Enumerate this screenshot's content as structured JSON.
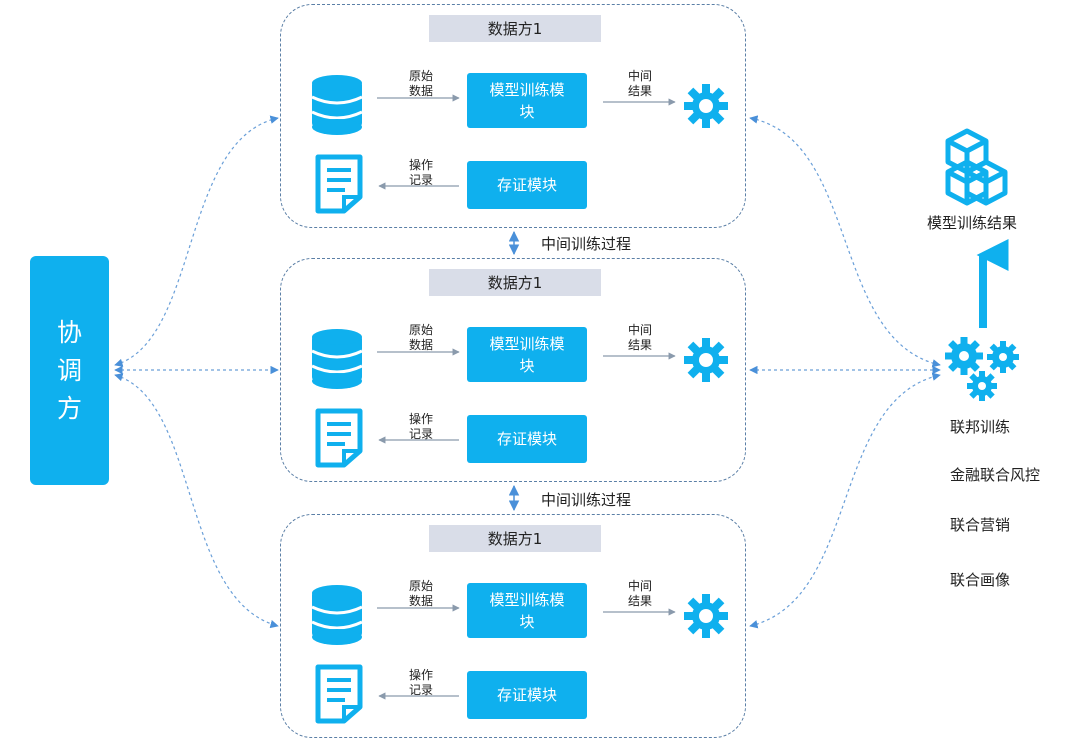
{
  "coordinator": {
    "chars": [
      "协",
      "调",
      "方"
    ]
  },
  "parties": [
    {
      "header": "数据方1",
      "raw_data_label": [
        "原始",
        "数据"
      ],
      "train_module": [
        "模型训练模",
        "块"
      ],
      "intermediate_label": [
        "中间",
        "结果"
      ],
      "store_module": "存证模块",
      "op_record_label": [
        "操作",
        "记录"
      ]
    },
    {
      "header": "数据方1",
      "raw_data_label": [
        "原始",
        "数据"
      ],
      "train_module": [
        "模型训练模",
        "块"
      ],
      "intermediate_label": [
        "中间",
        "结果"
      ],
      "store_module": "存证模块",
      "op_record_label": [
        "操作",
        "记录"
      ]
    },
    {
      "header": "数据方1",
      "raw_data_label": [
        "原始",
        "数据"
      ],
      "train_module": [
        "模型训练模",
        "块"
      ],
      "intermediate_label": [
        "中间",
        "结果"
      ],
      "store_module": "存证模块",
      "op_record_label": [
        "操作",
        "记录"
      ]
    }
  ],
  "between_labels": [
    "中间训练过程",
    "中间训练过程"
  ],
  "right": {
    "result_label": "模型训练结果",
    "federated_label": "联邦训练",
    "applications": [
      "金融联合风控",
      "联合营销",
      "联合画像"
    ]
  },
  "colors": {
    "accent": "#0fb0ee",
    "dashed_border": "#5b7fa6",
    "arrow": "#6a9fd8",
    "header_bg": "#d9dde8"
  },
  "icons": [
    "database-icon",
    "document-icon",
    "gear-icon",
    "cubes-icon",
    "gears-icon"
  ]
}
